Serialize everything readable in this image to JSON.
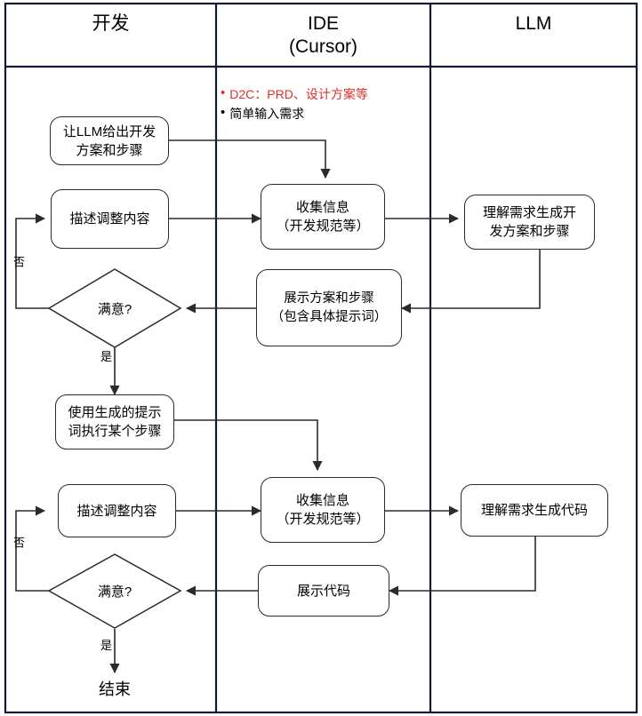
{
  "diagram": {
    "title_lanes": [
      {
        "id": "dev",
        "label": "开发"
      },
      {
        "id": "ide",
        "label": "IDE\n(Cursor)"
      },
      {
        "id": "llm",
        "label": "LLM"
      }
    ],
    "notes": {
      "items": [
        {
          "text": "D2C：PRD、设计方案等",
          "color": "#d9322a"
        },
        {
          "text": "简单输入需求",
          "color": "#000000"
        }
      ]
    },
    "nodes": {
      "ask_llm_plan": "让LLM给出开发\n方案和步骤",
      "describe_adjust_1": "描述调整内容",
      "collect_info_1": "收集信息\n（开发规范等）",
      "llm_plan_steps": "理解需求生成开\n发方案和步骤",
      "show_plan_steps": "展示方案和步骤\n（包含具体提示词）",
      "decision_1": "满意?",
      "use_prompt_exec": "使用生成的提示\n词执行某个步骤",
      "describe_adjust_2": "描述调整内容",
      "collect_info_2": "收集信息\n（开发规范等）",
      "llm_gen_code": "理解需求生成代码",
      "show_code": "展示代码",
      "decision_2": "满意?",
      "end": "结束"
    },
    "edge_labels": {
      "no_1": "否",
      "yes_1": "是",
      "no_2": "否",
      "yes_2": "是"
    },
    "colors": {
      "lane_border": "#131a35",
      "node_border": "#2b2b2b",
      "line": "#2b2b2b",
      "accent_red": "#d9322a",
      "background": "#ffffff"
    }
  }
}
